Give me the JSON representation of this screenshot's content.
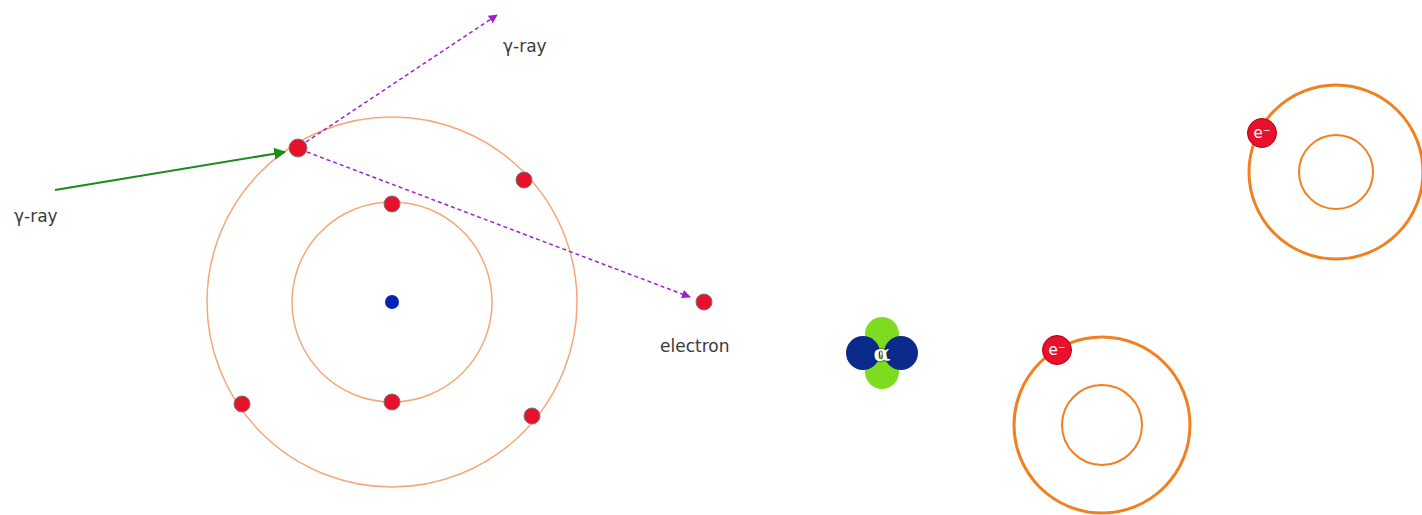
{
  "diagram": {
    "nodes": [
      {
        "text": [
          "e⁻"
        ]
      },
      {
        "text": [
          "α"
        ]
      },
      {
        "text": [
          "e⁻"
        ]
      }
    ],
    "labels": [
      "γ-ray",
      "γ-ray",
      "electron"
    ]
  }
}
